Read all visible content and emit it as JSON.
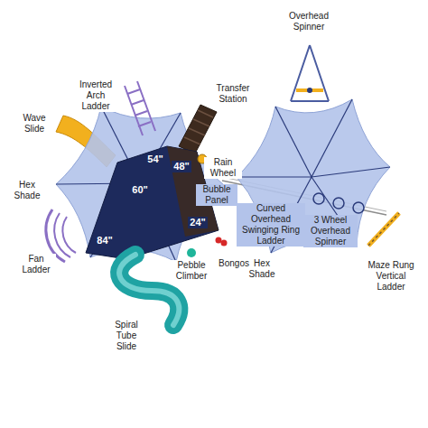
{
  "diagram": {
    "labels": [
      "Overhead Spinner",
      "Transfer Station",
      "Inverted Arch Ladder",
      "Wave Slide",
      "54\"",
      "Rain Wheel",
      "48\"",
      "60\"",
      "Hex Shade",
      "Bubble Panel",
      "Curved Overhead Swinging Ring Ladder",
      "24\"",
      "3 Wheel Overhead Spinner",
      "84\"",
      "Hex Shade",
      "Bongos",
      "Fan Ladder",
      "Pebble Climber",
      "Maze Rung Vertical Ladder",
      "Spiral Tube Slide"
    ]
  }
}
